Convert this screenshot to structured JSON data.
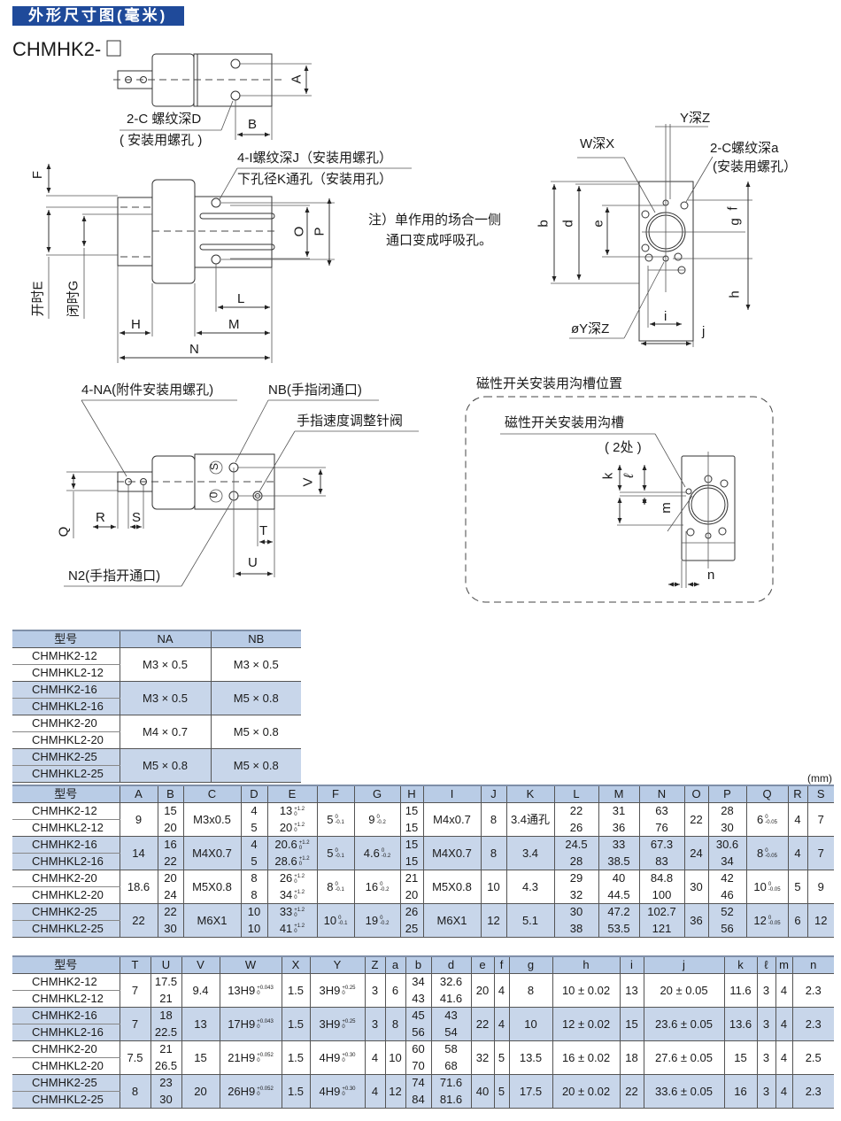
{
  "header": {
    "title": "外形尺寸图(毫米)"
  },
  "drawings": {
    "model_label": "CHMHK2-",
    "top_view": {
      "A": "A",
      "B": "B",
      "c_label": "2-C 螺纹深D",
      "c_note": "( 安装用螺孔 )"
    },
    "side_view": {
      "i_label": "4-I螺纹深J（安装用螺孔）",
      "k_label": "下孔径K通孔（安装用孔）",
      "F": "F",
      "E": "开时E",
      "G": "闭时G",
      "H": "H",
      "L": "L",
      "M": "M",
      "N": "N",
      "O": "O",
      "P": "P"
    },
    "note": {
      "line1": "注）单作用的场合一侧",
      "line2": "通口变成呼吸孔。"
    },
    "end_view": {
      "yz": "Y深Z",
      "wx": "W深X",
      "c_label": "2-C螺纹深a",
      "c_note": "(安装用螺孔）",
      "b": "b",
      "d": "d",
      "e": "e",
      "f": "f",
      "g": "g",
      "h": "h",
      "i": "i",
      "j": "j",
      "phi_yz": "øY深Z"
    },
    "bottom_view": {
      "na": "4-NA(附件安装用螺孔)",
      "nb": "NB(手指闭通口)",
      "valve": "手指速度调整针阀",
      "n2": "N2(手指开通口)",
      "Q": "Q",
      "R": "R",
      "S": "S",
      "T": "T",
      "U": "U",
      "V": "V",
      "mark_s": "S",
      "mark_o": "0"
    },
    "switch_groove": {
      "title": "磁性开关安装用沟槽位置",
      "label": "磁性开关安装用沟槽",
      "count": "( 2处 )",
      "k": "k",
      "l": "ℓ",
      "m": "m",
      "n": "n"
    }
  },
  "unit": "(mm)",
  "table_port": {
    "headers": [
      "型号",
      "NA",
      "NB"
    ],
    "groups": [
      {
        "models": [
          "CHMHK2-12",
          "CHMHKL2-12"
        ],
        "cells": [
          "M3 × 0.5",
          "M3 × 0.5"
        ]
      },
      {
        "models": [
          "CHMHK2-16",
          "CHMHKL2-16"
        ],
        "cells": [
          "M3 × 0.5",
          "M5 × 0.8"
        ]
      },
      {
        "models": [
          "CHMHK2-20",
          "CHMHKL2-20"
        ],
        "cells": [
          "M4 × 0.7",
          "M5 × 0.8"
        ]
      },
      {
        "models": [
          "CHMHK2-25",
          "CHMHKL2-25"
        ],
        "cells": [
          "M5 × 0.8",
          "M5 × 0.8"
        ]
      }
    ]
  },
  "table_dim1": {
    "headers": [
      "型号",
      "A",
      "B",
      "C",
      "D",
      "E",
      "F",
      "G",
      "H",
      "I",
      "J",
      "K",
      "L",
      "M",
      "N",
      "O",
      "P",
      "Q",
      "R",
      "S"
    ],
    "groups": [
      {
        "models": [
          "CHMHK2-12",
          "CHMHKL2-12"
        ],
        "cells": [
          "9",
          [
            "15",
            "20"
          ],
          "M3x0.5",
          [
            "4",
            "5"
          ],
          [
            {
              "v": "13",
              "up": "+1.2",
              "lo": "0"
            },
            {
              "v": "20",
              "up": "+1.2",
              "lo": "0"
            }
          ],
          {
            "v": "5",
            "up": "0",
            "lo": "-0.1"
          },
          {
            "v": "9",
            "up": "0",
            "lo": "-0.2"
          },
          [
            "15",
            "15"
          ],
          "M4x0.7",
          "8",
          "3.4通孔",
          [
            "22",
            "26"
          ],
          [
            "31",
            "36"
          ],
          [
            "63",
            "76"
          ],
          "22",
          [
            "28",
            "30"
          ],
          {
            "v": "6",
            "up": "0",
            "lo": "-0.05"
          },
          "4",
          "7"
        ]
      },
      {
        "models": [
          "CHMHK2-16",
          "CHMHKL2-16"
        ],
        "cells": [
          "14",
          [
            "16",
            "22"
          ],
          "M4X0.7",
          [
            "4",
            "5"
          ],
          [
            {
              "v": "20.6",
              "up": "+1.2",
              "lo": "0"
            },
            {
              "v": "28.6",
              "up": "+1.2",
              "lo": "0"
            }
          ],
          {
            "v": "5",
            "up": "0",
            "lo": "-0.1"
          },
          {
            "v": "4.6",
            "up": "0",
            "lo": "-0.2"
          },
          [
            "15",
            "15"
          ],
          "M4X0.7",
          "8",
          "3.4",
          [
            "24.5",
            "28"
          ],
          [
            "33",
            "38.5"
          ],
          [
            "67.3",
            "83"
          ],
          "24",
          [
            "30.6",
            "34"
          ],
          {
            "v": "8",
            "up": "0",
            "lo": "-0.05"
          },
          "4",
          "7"
        ]
      },
      {
        "models": [
          "CHMHK2-20",
          "CHMHKL2-20"
        ],
        "cells": [
          "18.6",
          [
            "20",
            "24"
          ],
          "M5X0.8",
          [
            "8",
            "8"
          ],
          [
            {
              "v": "26",
              "up": "+1.2",
              "lo": "0"
            },
            {
              "v": "34",
              "up": "+1.2",
              "lo": "0"
            }
          ],
          {
            "v": "8",
            "up": "0",
            "lo": "-0.1"
          },
          {
            "v": "16",
            "up": "0",
            "lo": "-0.2"
          },
          [
            "21",
            "20"
          ],
          "M5X0.8",
          "10",
          "4.3",
          [
            "29",
            "32"
          ],
          [
            "40",
            "44.5"
          ],
          [
            "84.8",
            "100"
          ],
          "30",
          [
            "42",
            "46"
          ],
          {
            "v": "10",
            "up": "0",
            "lo": "-0.05"
          },
          "5",
          "9"
        ]
      },
      {
        "models": [
          "CHMHK2-25",
          "CHMHKL2-25"
        ],
        "cells": [
          "22",
          [
            "22",
            "30"
          ],
          "M6X1",
          [
            "10",
            "10"
          ],
          [
            {
              "v": "33",
              "up": "+1.2",
              "lo": "0"
            },
            {
              "v": "41",
              "up": "+1.2",
              "lo": "0"
            }
          ],
          {
            "v": "10",
            "up": "0",
            "lo": "-0.1"
          },
          {
            "v": "19",
            "up": "0",
            "lo": "-0.2"
          },
          [
            "26",
            "25"
          ],
          "M6X1",
          "12",
          "5.1",
          [
            "30",
            "38"
          ],
          [
            "47.2",
            "53.5"
          ],
          [
            "102.7",
            "121"
          ],
          "36",
          [
            "52",
            "56"
          ],
          {
            "v": "12",
            "up": "0",
            "lo": "-0.05"
          },
          "6",
          "12"
        ]
      }
    ]
  },
  "table_dim2": {
    "headers": [
      "型号",
      "T",
      "U",
      "V",
      "W",
      "X",
      "Y",
      "Z",
      "a",
      "b",
      "d",
      "e",
      "f",
      "g",
      "h",
      "i",
      "j",
      "k",
      "ℓ",
      "m",
      "n"
    ],
    "groups": [
      {
        "models": [
          "CHMHK2-12",
          "CHMHKL2-12"
        ],
        "cells": [
          "7",
          [
            "17.5",
            "21"
          ],
          "9.4",
          {
            "v": "13H9",
            "up": "+0.043",
            "lo": "0"
          },
          "1.5",
          {
            "v": "3H9",
            "up": "+0.25",
            "lo": "0"
          },
          "3",
          "6",
          [
            "34",
            "43"
          ],
          [
            "32.6",
            "41.6"
          ],
          "20",
          "4",
          "8",
          "10 ± 0.02",
          "13",
          "20 ± 0.05",
          "11.6",
          "3",
          "4",
          "2.3"
        ]
      },
      {
        "models": [
          "CHMHK2-16",
          "CHMHKL2-16"
        ],
        "cells": [
          "7",
          [
            "18",
            "22.5"
          ],
          "13",
          {
            "v": "17H9",
            "up": "+0.043",
            "lo": "0"
          },
          "1.5",
          {
            "v": "3H9",
            "up": "+0.25",
            "lo": "0"
          },
          "3",
          "8",
          [
            "45",
            "56"
          ],
          [
            "43",
            "54"
          ],
          "22",
          "4",
          "10",
          "12 ± 0.02",
          "15",
          "23.6 ± 0.05",
          "13.6",
          "3",
          "4",
          "2.3"
        ]
      },
      {
        "models": [
          "CHMHK2-20",
          "CHMHKL2-20"
        ],
        "cells": [
          "7.5",
          [
            "21",
            "26.5"
          ],
          "15",
          {
            "v": "21H9",
            "up": "+0.052",
            "lo": "0"
          },
          "1.5",
          {
            "v": "4H9",
            "up": "+0.30",
            "lo": "0"
          },
          "4",
          "10",
          [
            "60",
            "70"
          ],
          [
            "58",
            "68"
          ],
          "32",
          "5",
          "13.5",
          "16 ± 0.02",
          "18",
          "27.6 ± 0.05",
          "15",
          "3",
          "4",
          "2.5"
        ]
      },
      {
        "models": [
          "CHMHK2-25",
          "CHMHKL2-25"
        ],
        "cells": [
          "8",
          [
            "23",
            "30"
          ],
          "20",
          {
            "v": "26H9",
            "up": "+0.052",
            "lo": "0"
          },
          "1.5",
          {
            "v": "4H9",
            "up": "+0.30",
            "lo": "0"
          },
          "4",
          "12",
          [
            "74",
            "84"
          ],
          [
            "71.6",
            "81.6"
          ],
          "40",
          "5",
          "17.5",
          "20 ± 0.02",
          "22",
          "33.6 ± 0.05",
          "16",
          "3",
          "4",
          "2.3"
        ]
      }
    ]
  }
}
